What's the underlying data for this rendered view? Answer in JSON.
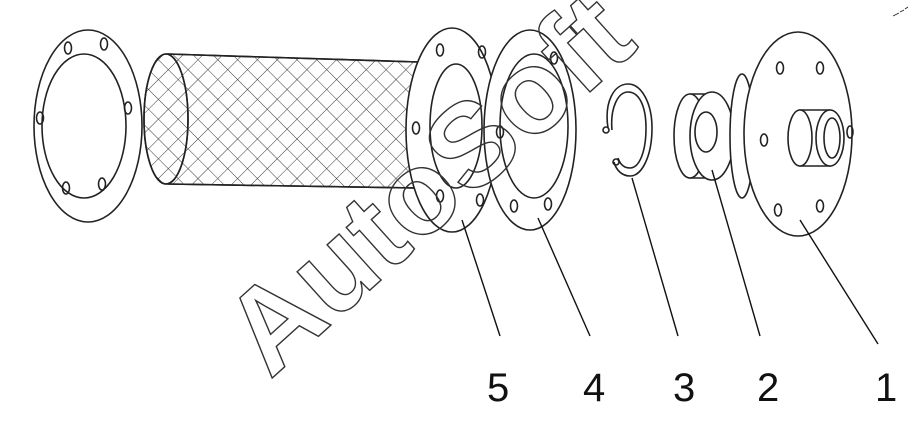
{
  "callouts": [
    {
      "label": "5"
    },
    {
      "label": "4"
    },
    {
      "label": "3"
    },
    {
      "label": "2"
    },
    {
      "label": "1"
    }
  ],
  "watermark": "AutoSoft",
  "icons": [
    "corner-mark-icon"
  ]
}
